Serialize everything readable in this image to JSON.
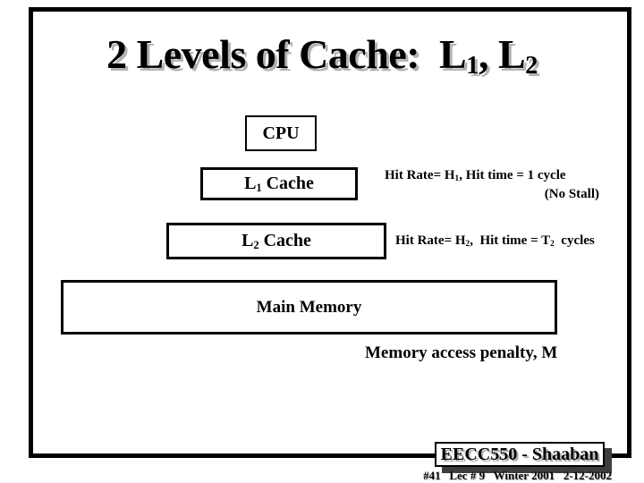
{
  "slide": {
    "title": {
      "p1": "2 Levels of Cache:  L",
      "s1": "1",
      "p2": ", L",
      "s2": "2"
    },
    "diagram": {
      "cpu_label": "CPU",
      "l1_cache": {
        "p1": "L",
        "s1": "1",
        "p2": " Cache"
      },
      "l1_note": {
        "p1": "Hit Rate= H",
        "s1": "1",
        "p2": ", Hit time = 1 cycle",
        "line2": "(No Stall)"
      },
      "l2_cache": {
        "p1": "L",
        "s1": "2",
        "p2": " Cache"
      },
      "l2_note": {
        "p1": "Hit Rate= H",
        "s1": "2",
        "p2": ",  Hit time = T",
        "s2": "2",
        "p3": "  cycles"
      },
      "main_memory_label": "Main Memory",
      "memory_penalty_label": "Memory access penalty, M"
    },
    "footer": {
      "course_banner": "EECC550 - Shaaban",
      "lecture_info": "#41   Lec # 9   Winter 2001   2-12-2002"
    },
    "colors": {
      "text": "#000000",
      "title_shadow": "#b3b3b3",
      "box_border": "#000000",
      "banner_shadow": "#3d3d3d",
      "background": "#ffffff"
    }
  }
}
